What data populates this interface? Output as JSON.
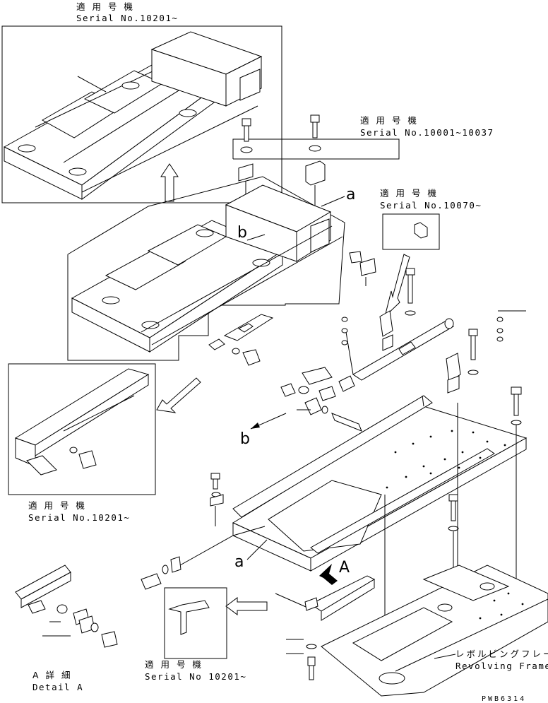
{
  "labels": {
    "serial_top_jp": "適 用 号 機",
    "serial_top": "Serial No.10201~",
    "serial_a_jp": "適 用 号 機",
    "serial_a": "Serial No.10001~10037",
    "serial_b_jp": "適 用 号 機",
    "serial_b": "Serial No.10070~",
    "serial_left_jp": "適 用 号 機",
    "serial_left": "Serial No.10201~",
    "serial_bottom_jp": "適 用 号 機",
    "serial_bottom": "Serial No 10201~",
    "detail_jp": "A 詳 細",
    "detail_en": "Detail A",
    "revolving_jp": "レボルビングフレーム",
    "revolving_en": "Revolving Frame",
    "marker_a_upper": "a",
    "marker_b_upper": "b",
    "marker_b_lower": "b",
    "marker_a_lower": "a",
    "view_a": "A",
    "drawing_code": "PWB6314"
  }
}
